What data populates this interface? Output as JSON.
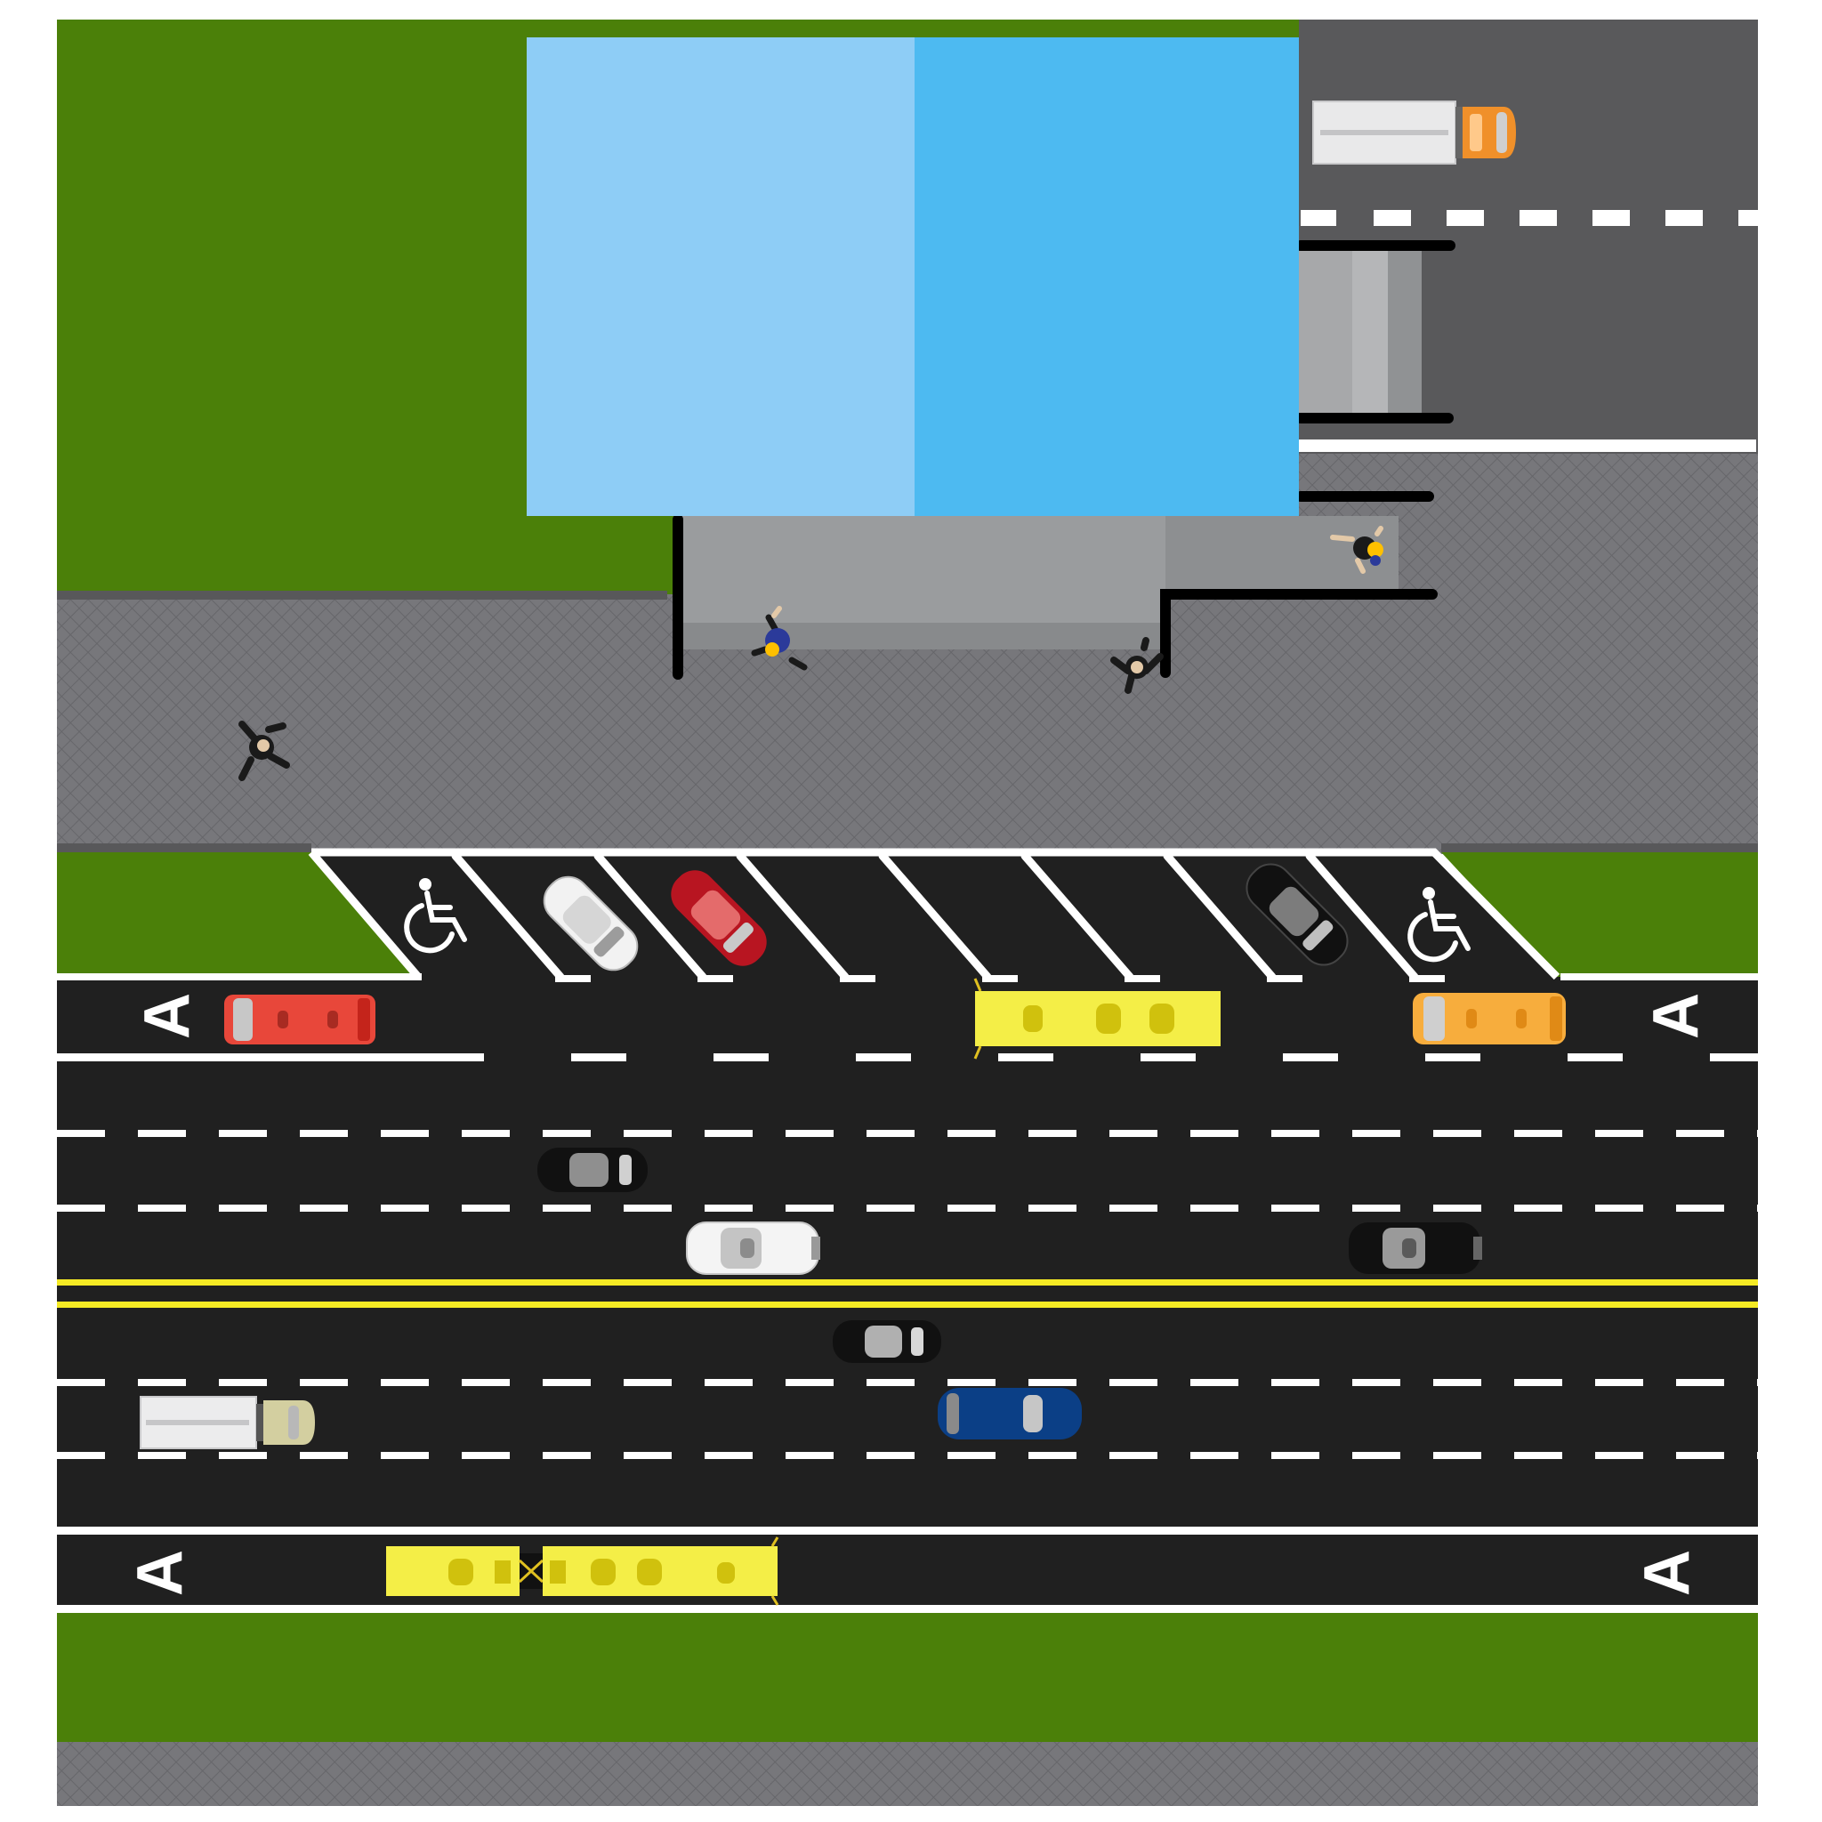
{
  "scene": {
    "type": "top-down street map illustration",
    "lane_letter": "A",
    "accessible_symbol": "wheelchair-icon"
  },
  "colors": {
    "grass": "#4b8009",
    "sidewalk": "#77777b",
    "road": "#202020",
    "service_road": "#59595b",
    "roof_left": "#8ecdf6",
    "roof_right": "#4dbaf1",
    "entrance": "#9a9c9e",
    "white_marking": "#ffffff",
    "yellow_marking": "#f5ea24",
    "bus": "#f4ee47"
  },
  "vehicles": [
    {
      "kind": "box-truck",
      "color": "#f0902a",
      "heading": "east"
    },
    {
      "kind": "car",
      "color": "#f2f2f2",
      "heading": "south-east"
    },
    {
      "kind": "car",
      "color": "#b81521",
      "heading": "south-east"
    },
    {
      "kind": "car",
      "color": "#111111",
      "heading": "south-east"
    },
    {
      "kind": "van",
      "color": "#e8473a",
      "heading": "east"
    },
    {
      "kind": "bus",
      "color": "#f4ee47",
      "heading": "east"
    },
    {
      "kind": "van",
      "color": "#f7ad3d",
      "heading": "east"
    },
    {
      "kind": "car",
      "color": "#111111",
      "heading": "east"
    },
    {
      "kind": "van",
      "color": "#f4f4f4",
      "heading": "east"
    },
    {
      "kind": "van",
      "color": "#111111",
      "heading": "east"
    },
    {
      "kind": "car",
      "color": "#111111",
      "heading": "east"
    },
    {
      "kind": "box-truck",
      "color": "#d3cfa0",
      "heading": "east"
    },
    {
      "kind": "van",
      "color": "#0b3f86",
      "heading": "east"
    },
    {
      "kind": "articulated-bus",
      "color": "#f4ee47",
      "heading": "east"
    }
  ],
  "pedestrians": [
    {
      "shirt": "#1a1a1a"
    },
    {
      "shirt": "#ffc000"
    },
    {
      "shirt": "#1a1a1a"
    },
    {
      "shirt": "#2b3a9a"
    }
  ]
}
